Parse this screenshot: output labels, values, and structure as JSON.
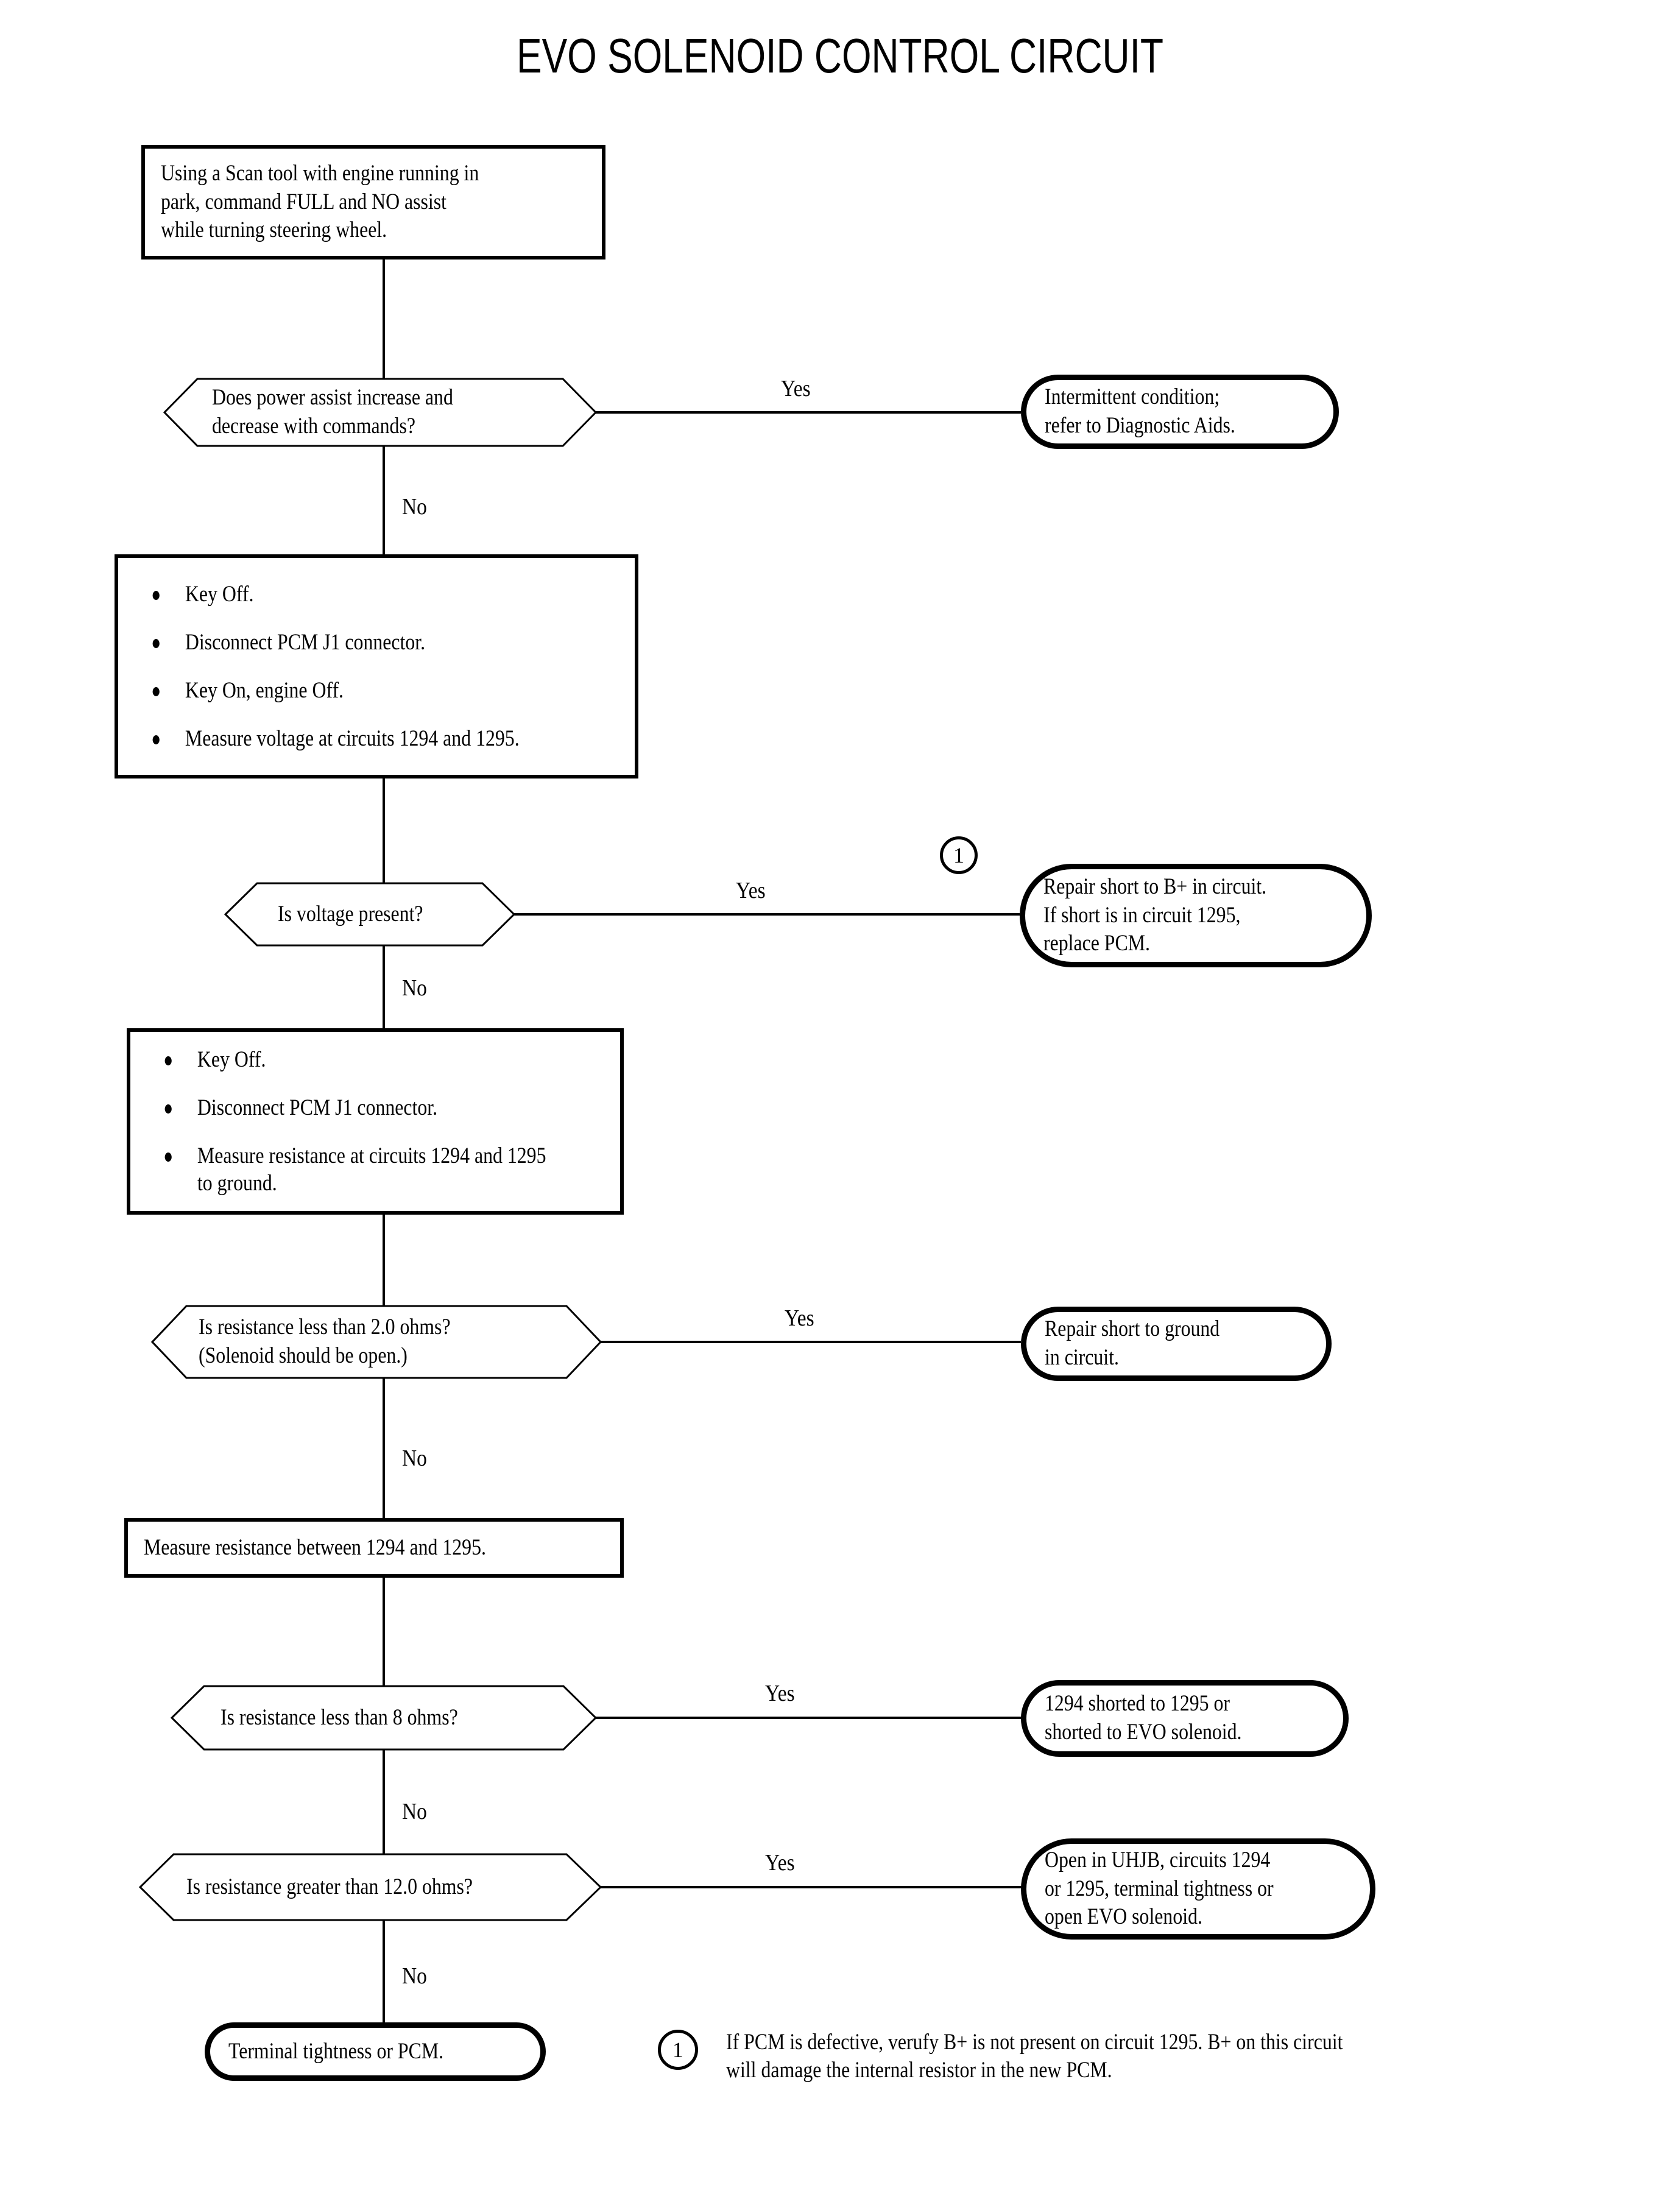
{
  "diagram": {
    "title": "EVO SOLENOID CONTROL CIRCUIT",
    "type": "flowchart",
    "branch_labels": {
      "yes": "Yes",
      "no": "No"
    },
    "nodes": {
      "start_step": {
        "shape": "process",
        "text": "Using a Scan tool with engine running in\npark, command FULL and NO assist\nwhile turning steering wheel."
      },
      "decision_power_assist": {
        "shape": "decision",
        "text": "Does power assist increase and\ndecrease with commands?"
      },
      "result_intermittent": {
        "shape": "terminator",
        "text": "Intermittent condition;\nrefer to Diagnostic Aids."
      },
      "step_voltage_checks": {
        "shape": "process-list",
        "items": [
          "Key Off.",
          "Disconnect PCM J1 connector.",
          "Key On, engine Off.",
          "Measure voltage at circuits 1294 and 1295."
        ]
      },
      "decision_voltage_present": {
        "shape": "decision",
        "text": "Is voltage present?"
      },
      "result_repair_short_bplus": {
        "shape": "terminator",
        "text": "Repair short to B+ in circuit.\nIf short is in circuit 1295,\nreplace PCM.",
        "reference_marker": "1"
      },
      "step_resistance_checks": {
        "shape": "process-list",
        "items": [
          "Key Off.",
          "Disconnect PCM J1 connector.",
          "Measure resistance at circuits 1294 and\n1295 to ground."
        ]
      },
      "decision_resistance_2ohms": {
        "shape": "decision",
        "text": "Is resistance less than 2.0 ohms?\n(Solenoid should be open.)"
      },
      "result_repair_short_ground": {
        "shape": "terminator",
        "text": "Repair short to ground\nin circuit."
      },
      "step_measure_between": {
        "shape": "process",
        "text": "Measure resistance between 1294 and 1295."
      },
      "decision_resistance_8ohms": {
        "shape": "decision",
        "text": "Is resistance less than 8 ohms?"
      },
      "result_shorted": {
        "shape": "terminator",
        "text": "1294 shorted to 1295 or\nshorted to EVO solenoid."
      },
      "decision_resistance_12ohms": {
        "shape": "decision",
        "text": "Is resistance greater than 12.0 ohms?"
      },
      "result_open_uhjb": {
        "shape": "terminator",
        "text": "Open in UHJB, circuits 1294\nor 1295, terminal tightness or\nopen EVO solenoid."
      },
      "result_terminal_tightness": {
        "shape": "terminator",
        "text": "Terminal tightness or PCM."
      }
    },
    "footnote": {
      "marker": "1",
      "text": "If PCM is defective, verufy B+ is not present on circuit 1295. B+ on this circuit\nwill damage the internal resistor in the new PCM."
    }
  }
}
